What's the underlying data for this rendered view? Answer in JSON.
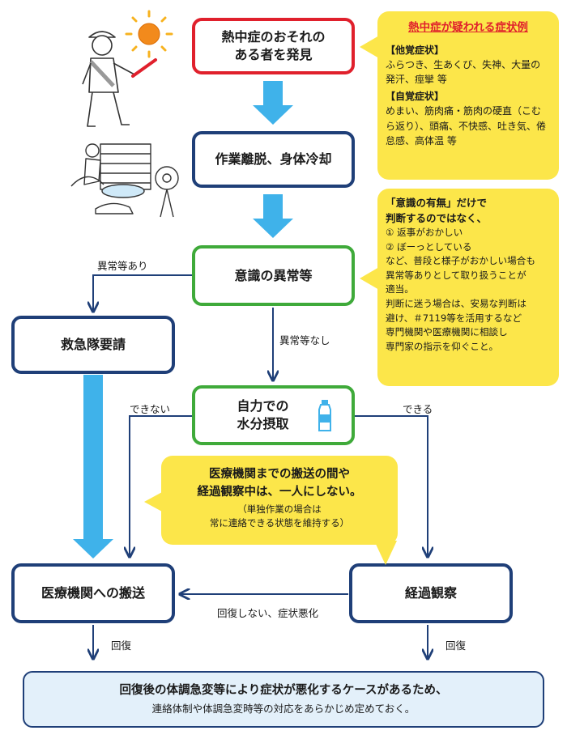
{
  "nodes": {
    "discover": "熱中症のおそれの\nある者を発見",
    "cool": "作業離脱、身体冷却",
    "consciousness": "意識の異常等",
    "ambulance": "救急隊要請",
    "hydrate": "自力での\n水分摂取",
    "transport": "医療機関への搬送",
    "observe": "経過観察"
  },
  "edges": {
    "abnormal_yes": "異常等あり",
    "abnormal_no": "異常等なし",
    "cannot": "できない",
    "can": "できる",
    "not_recovered": "回復しない、症状悪化",
    "recovered_left": "回復",
    "recovered_right": "回復"
  },
  "symptom_bubble": {
    "title": "熱中症が疑われる症状例",
    "objective_heading": "【他覚症状】",
    "objective_text": "ふらつき、生あくび、失神、大量の\n発汗、痙攣 等",
    "subjective_heading": "【自覚症状】",
    "subjective_text": "めまい、筋肉痛・筋肉の硬直（こむ\nら返り）、頭痛、不快感、吐き気、倦\n怠感、高体温 等"
  },
  "consciousness_bubble": {
    "heading": "「意識の有無」だけで\n判断するのではなく、",
    "item1": "① 返事がおかしい",
    "item2": "② ぼーっとしている",
    "body": "など、普段と様子がおかしい場合も\n異常等ありとして取り扱うことが\n適当。",
    "advice": "判断に迷う場合は、安易な判断は\n避け、＃7119等を活用するなど\n専門機関や医療機関に相談し\n専門家の指示を仰ぐこと。"
  },
  "watch_bubble": {
    "line1": "医療機関までの搬送の間や",
    "line2": "経過観察中は、一人にしない。",
    "note": "（単独作業の場合は\n常に連絡できる状態を維持する）"
  },
  "footer": {
    "line1": "回復後の体調急変等により症状が悪化するケースがあるため、",
    "line2": "連絡体制や体調急変時等の対応をあらかじめ定めておく。"
  },
  "colors": {
    "red": "#e0202c",
    "navy": "#1f3f78",
    "green": "#3faa3a",
    "sky": "#3fb2ea",
    "yellow": "#fce64a",
    "footer_bg": "#e3f0fa",
    "title_red": "#e0202c"
  },
  "icons": [
    "sun-icon",
    "worker-illustration",
    "cooling-illustration",
    "water-bottle-icon"
  ]
}
